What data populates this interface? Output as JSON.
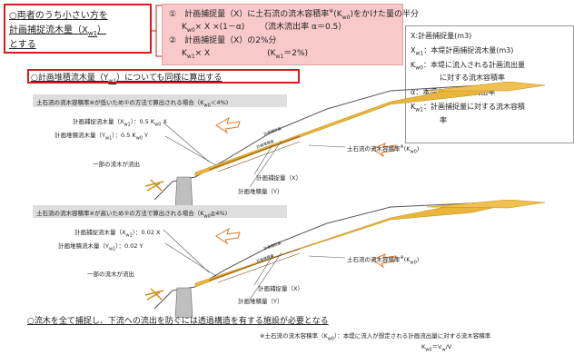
{
  "top_left_box": {
    "line1": "○両者のうち小さい方を",
    "line2": "計画捕捉流木量（X",
    "line2_sub": "w1",
    "line2_end": "）",
    "line3": "とする"
  },
  "pink_box": {
    "item1": "①　計画捕捉量（X）に土石流の流木容積率",
    "item1_sup": "※",
    "item1_end": "(K",
    "item1_sub": "w0",
    "item1_tail": ")をかけた量の半分",
    "item1_formula": "K",
    "item1_formula_sub": "w0",
    "item1_formula_rest": "× X ×(1－α)",
    "item1_note": "（流木流出率 α＝0.5）",
    "item2": "②　計画捕捉量（X）の2%分",
    "item2_formula": "K",
    "item2_formula_sub": "w1",
    "item2_formula_rest": "× X",
    "item2_note": "(K",
    "item2_note_sub": "w1",
    "item2_note_rest": "＝2%)"
  },
  "red_banner": {
    "text": "○計画堆積流木量（Y",
    "sub": "w1",
    "text_end": "）についても同様に算出する"
  },
  "legend": {
    "l1": "X:計画捕捉量(m3)",
    "l2": "X",
    "l2_sub": "w1",
    "l2_rest": "：本堤計画捕捉流木量(m3)",
    "l3": "K",
    "l3_sub": "w0",
    "l3_rest": "：本堤に流入される計画流出量",
    "l4": "に対する流木容積率",
    "l5": "α：本堤からの流木流出率",
    "l6": "K",
    "l6_sub": "w1",
    "l6_rest": "：計画捕捉量に対する流木容積",
    "l7": "率"
  },
  "section1": {
    "header": "土石流の流木容積率※が低いため①の方法で算出される場合（K",
    "header_sub": "w0",
    "header_end": "＜4%)",
    "label_x": "計画捕捉流木量（X",
    "label_x_sub": "w1",
    "label_x_rest": "）：0.5 K",
    "label_x_sub2": "w0",
    "label_x_end": " X",
    "label_y": "計画堆積流木量（Y",
    "label_y_sub": "w1",
    "label_y_rest": "）：0.5 K",
    "label_y_sub2": "w0",
    "label_y_end": " Y",
    "outflow": "一部の流木が流出",
    "k_label": "土石流の流木容積率",
    "k_sup": "※",
    "k_label_end": "(K",
    "k_sub": "w0",
    "k_end": ")",
    "capture": "計画捕捉量（X）",
    "deposit": "計画堆積量（Y）",
    "inner1": "計画捕捉量",
    "inner2": "計画堆積量"
  },
  "section2": {
    "header": "土石流の流木容積率※が高いため②の方法で算出される場合（K",
    "header_sub": "w0",
    "header_end": "≧4%)",
    "label_x": "計画捕捉流木量（X",
    "label_x_sub": "w1",
    "label_x_rest": "）：0.02 X",
    "label_y": "計画堆積流木量（Y",
    "label_y_sub": "w1",
    "label_y_rest": "）：0.02 Y",
    "outflow": "一部の流木が流出",
    "k_label": "土石流の流木容積率",
    "k_sup": "※",
    "k_label_end": "(K",
    "k_sub": "w0",
    "k_end": ")",
    "capture": "計画捕捉量（X）",
    "deposit": "計画堆積量（Y）",
    "inner1": "計画捕捉量",
    "inner2": "計画堆積量"
  },
  "bottom": {
    "statement": "○流木を全て捕捉し、下流への流出を防ぐには透過構造を有する施設が必要となる",
    "note": "※土石流の流木容積率（K",
    "note_sub": "w0",
    "note_rest": "）：本堤に流入が想定される計画流出量に対する流木容積率",
    "formula": "K",
    "formula_sub": "w0",
    "formula_rest": "＝V",
    "formula_sub2": "w",
    "formula_end": "/V"
  },
  "colors": {
    "red": "#d61b1b",
    "pink": "#f9c9c9",
    "sediment": "#e8b63a",
    "sediment_dark": "#c8901e",
    "dam": "#bfbfbf",
    "arrow": "#e07a2a",
    "gray_bar": "#dedede"
  }
}
